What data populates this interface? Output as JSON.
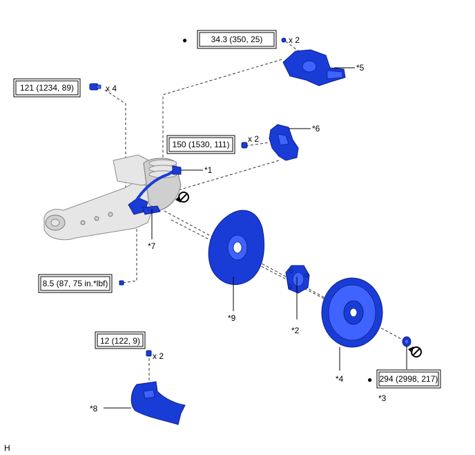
{
  "torque_specs": {
    "caliper_bolt": "34.3 (350, 25)",
    "upper_arm_bolt": "121 (1234, 89)",
    "bracket_bolt": "150 (1530, 111)",
    "sensor_bolt": "8.5 (87, 75 in.*lbf)",
    "cover_bolt": "12 (122, 9)",
    "hub_nut": "294 (2998, 217)"
  },
  "quantities": {
    "caliper_bolt": "x 2",
    "upper_arm_bolt": "x 4",
    "bracket_bolt": "x 2",
    "cover_bolt": "x 2"
  },
  "callouts": {
    "c1": "*1",
    "c2": "*2",
    "c3": "*3",
    "c4": "*4",
    "c5": "*5",
    "c6": "*6",
    "c7": "*7",
    "c8": "*8",
    "c9": "*9"
  },
  "markers": {
    "dot_caliper": "●",
    "dot_hub_nut": "●"
  },
  "corner_label": "H",
  "colors": {
    "part_blue": "#1a3cd6",
    "part_grey": "#e6e6e6"
  },
  "icons": {
    "no_reuse_upper": "do-not-reuse-icon",
    "no_reuse_lower": "do-not-reuse-icon"
  }
}
